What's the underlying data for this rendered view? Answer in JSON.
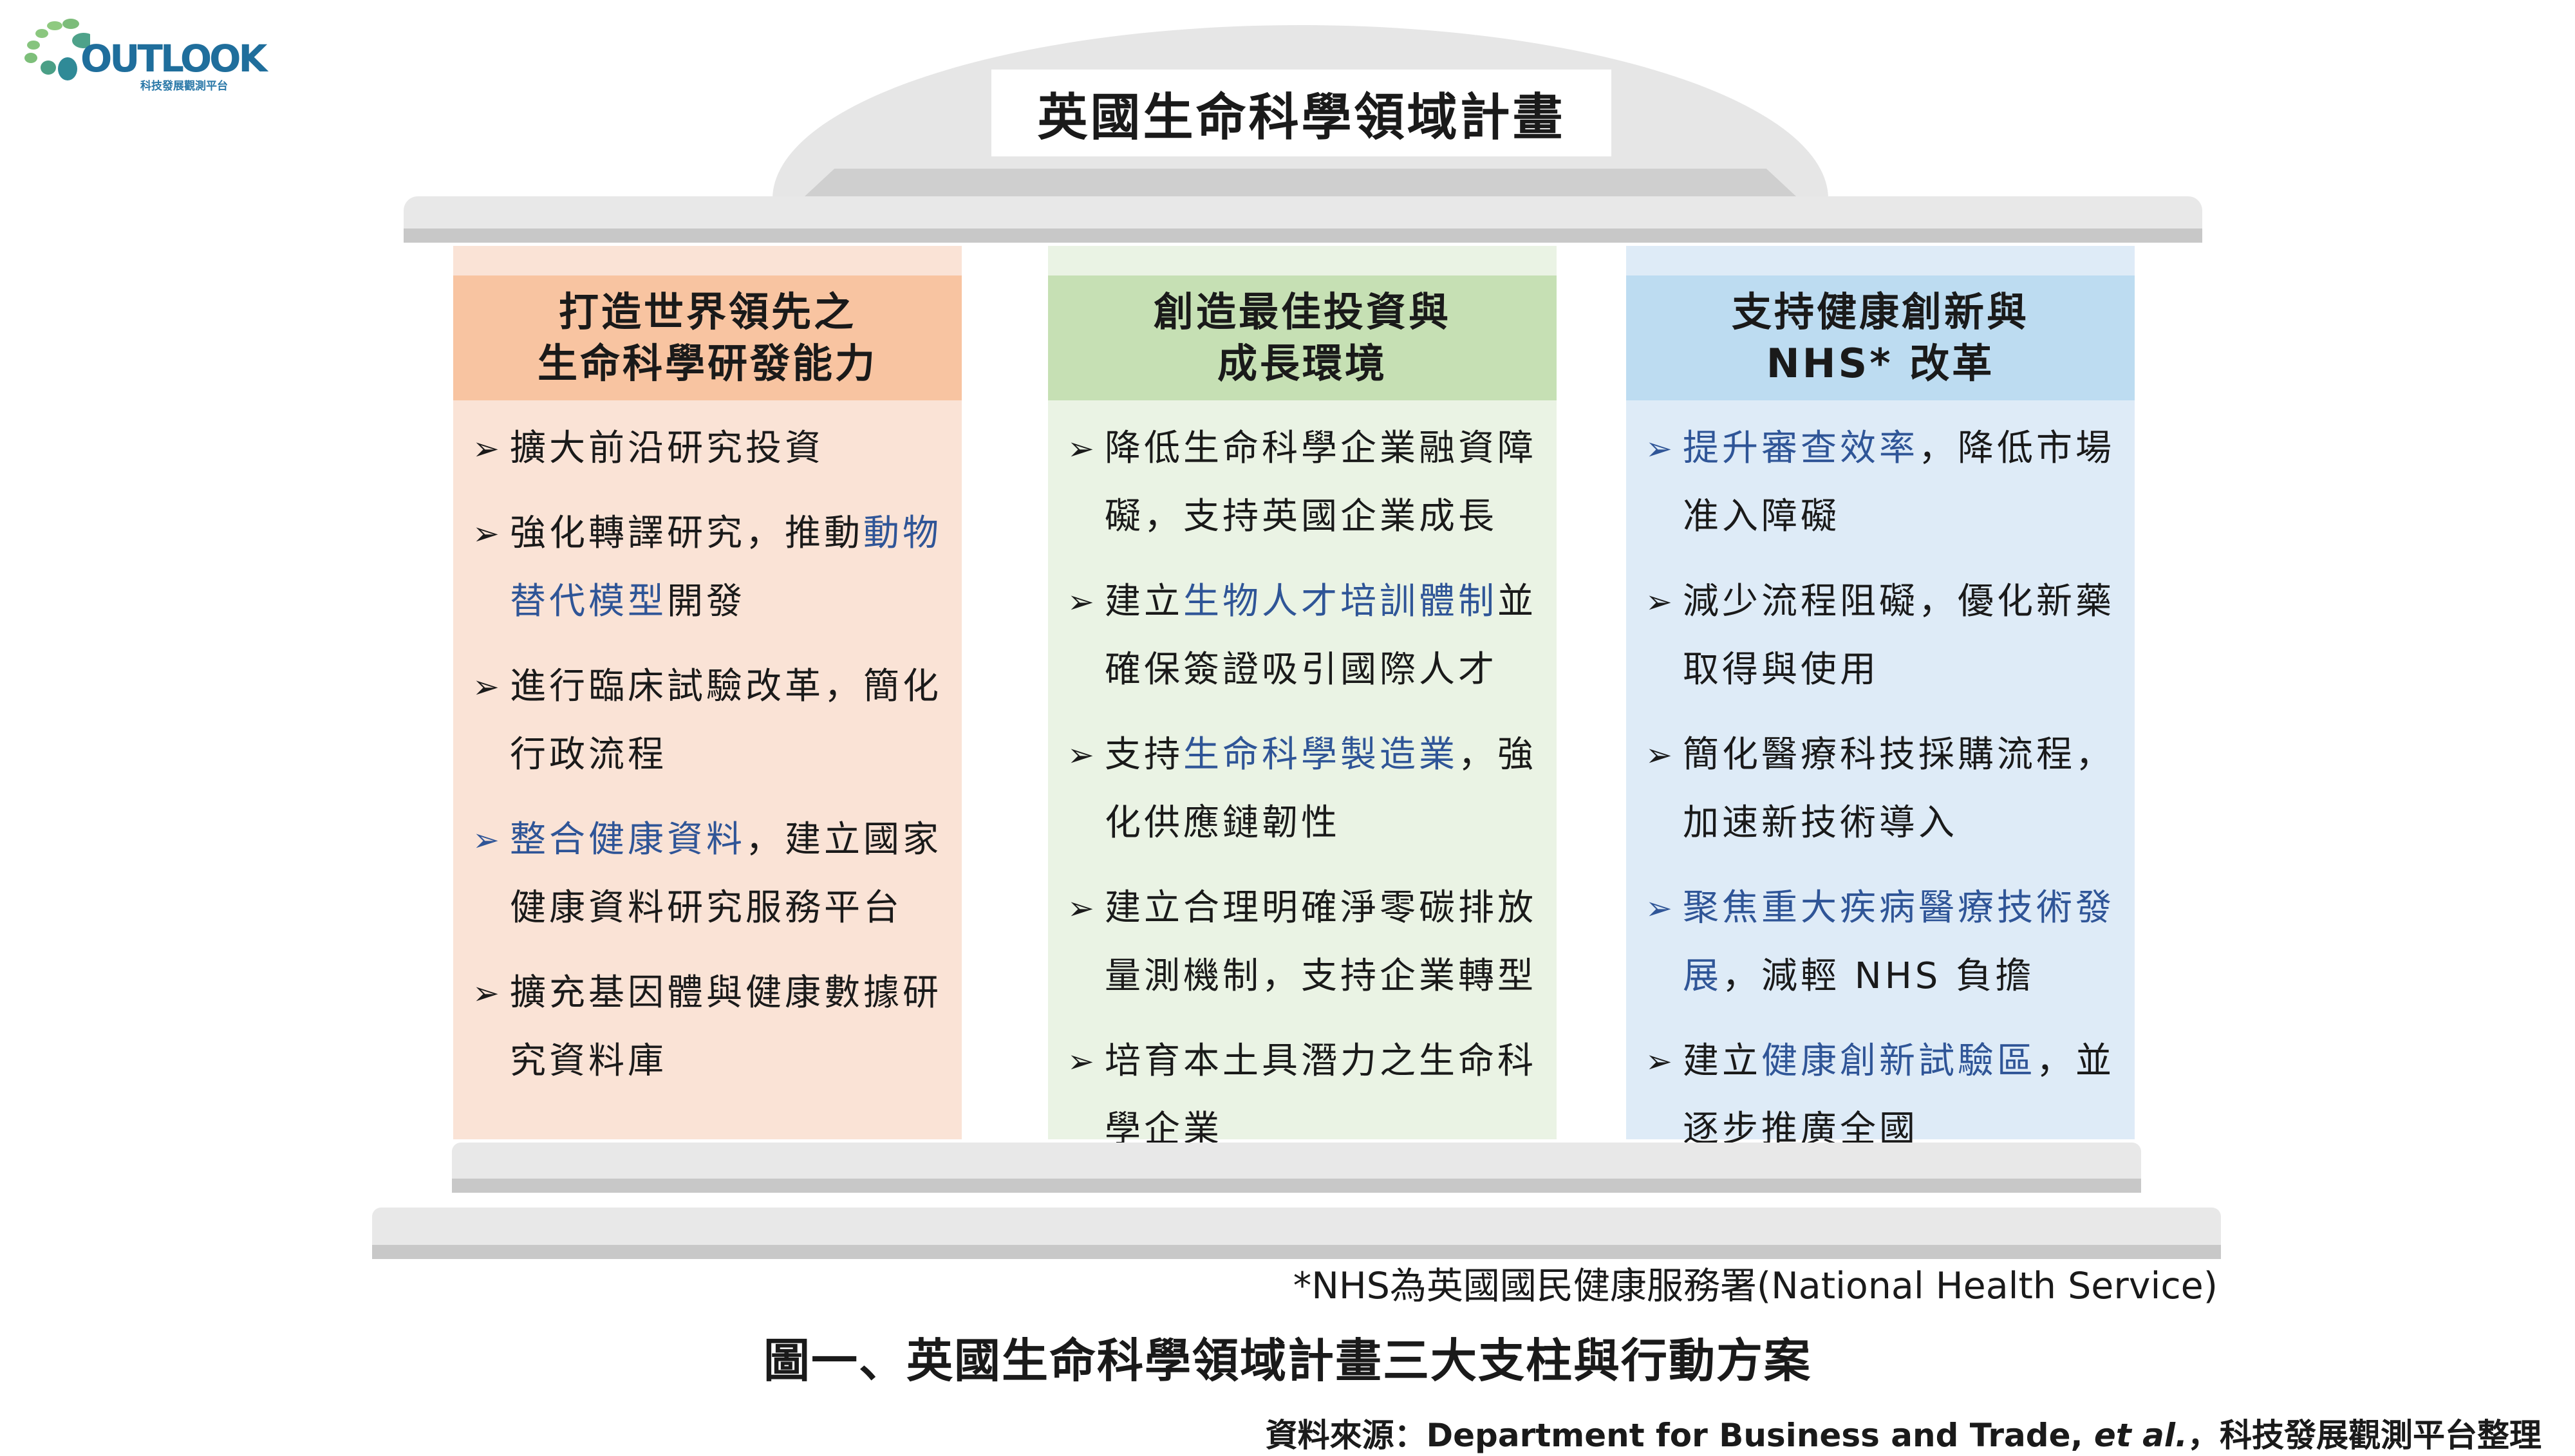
{
  "logo": {
    "word": "OUTLOOK",
    "subtitle": "科技發展觀測平台"
  },
  "title": "英國生命科學領域計畫",
  "colors": {
    "highlight": "#2f5597"
  },
  "columns": [
    {
      "header": [
        "打造世界領先之",
        "生命科學研發能力"
      ],
      "head_color": "#f8c4a1",
      "body_color": "#fae3d6",
      "items": [
        {
          "arrow_hl": false,
          "segments": [
            {
              "t": "擴大前沿研究投資",
              "hl": false
            }
          ]
        },
        {
          "arrow_hl": false,
          "segments": [
            {
              "t": "強化轉譯研究，推動",
              "hl": false
            },
            {
              "t": "動物替代模型",
              "hl": true
            },
            {
              "t": "開發",
              "hl": false
            }
          ]
        },
        {
          "arrow_hl": false,
          "segments": [
            {
              "t": "進行臨床試驗改革，簡化行政流程",
              "hl": false
            }
          ]
        },
        {
          "arrow_hl": true,
          "segments": [
            {
              "t": "整合健康資料",
              "hl": true
            },
            {
              "t": "，建立國家健康資料研究服務平台",
              "hl": false
            }
          ]
        },
        {
          "arrow_hl": false,
          "segments": [
            {
              "t": "擴充基因體與健康數據研究資料庫",
              "hl": false
            }
          ]
        }
      ]
    },
    {
      "header": [
        "創造最佳投資與",
        "成長環境"
      ],
      "head_color": "#c6e0b4",
      "body_color": "#eaf3e4",
      "items": [
        {
          "arrow_hl": false,
          "segments": [
            {
              "t": "降低生命科學企業融資障礙，支持英國企業成長",
              "hl": false
            }
          ]
        },
        {
          "arrow_hl": false,
          "segments": [
            {
              "t": "建立",
              "hl": false
            },
            {
              "t": "生物人才培訓體制",
              "hl": true
            },
            {
              "t": "並確保簽證吸引國際人才",
              "hl": false
            }
          ]
        },
        {
          "arrow_hl": false,
          "segments": [
            {
              "t": "支持",
              "hl": false
            },
            {
              "t": "生命科學製造業",
              "hl": true
            },
            {
              "t": "，強化供應鏈韌性",
              "hl": false
            }
          ]
        },
        {
          "arrow_hl": false,
          "segments": [
            {
              "t": "建立合理明確淨零碳排放量測機制，支持企業轉型",
              "hl": false
            }
          ]
        },
        {
          "arrow_hl": false,
          "segments": [
            {
              "t": "培育本土具潛力之生命科學企業",
              "hl": false
            }
          ]
        }
      ]
    },
    {
      "header": [
        "支持健康創新與",
        "NHS* 改革"
      ],
      "head_color": "#bddcf1",
      "body_color": "#deebf7",
      "items": [
        {
          "arrow_hl": true,
          "segments": [
            {
              "t": "提升審查效率",
              "hl": true
            },
            {
              "t": "，降低市場准入障礙",
              "hl": false
            }
          ]
        },
        {
          "arrow_hl": false,
          "segments": [
            {
              "t": "減少流程阻礙，優化新藥取得與使用",
              "hl": false
            }
          ]
        },
        {
          "arrow_hl": false,
          "segments": [
            {
              "t": "簡化醫療科技採購流程，加速新技術導入",
              "hl": false
            }
          ]
        },
        {
          "arrow_hl": true,
          "segments": [
            {
              "t": "聚焦重大疾病醫療技術發展",
              "hl": true
            },
            {
              "t": "，減輕 NHS 負擔",
              "hl": false
            }
          ]
        },
        {
          "arrow_hl": false,
          "segments": [
            {
              "t": "建立",
              "hl": false
            },
            {
              "t": "健康創新試驗區",
              "hl": true
            },
            {
              "t": "，並逐步推廣全國",
              "hl": false
            }
          ]
        }
      ]
    }
  ],
  "arrow_glyph": "➢",
  "footnote": "*NHS為英國國民健康服務署(National Health Service)",
  "caption": "圖一、英國生命科學領域計畫三大支柱與行動方案",
  "source": {
    "prefix": "資料來源：Department for Business and Trade, ",
    "etal": "et al.",
    "suffix": "，科技發展觀測平台整理"
  }
}
